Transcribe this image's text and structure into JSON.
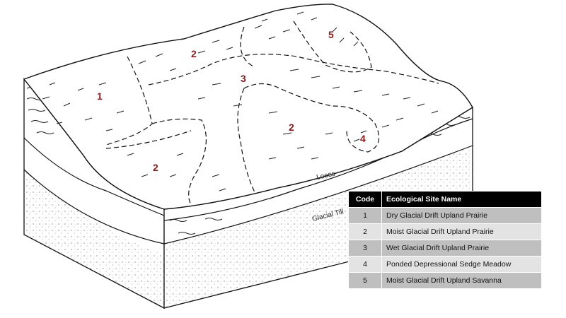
{
  "zones": [
    {
      "id": "z1",
      "label": "1"
    },
    {
      "id": "z2a",
      "label": "2"
    },
    {
      "id": "z3",
      "label": "3"
    },
    {
      "id": "z5",
      "label": "5"
    },
    {
      "id": "z2b",
      "label": "2"
    },
    {
      "id": "z4",
      "label": "4"
    },
    {
      "id": "z2c",
      "label": "2"
    }
  ],
  "layers": {
    "loess": "Loess",
    "glacial_till": "Glacial Till"
  },
  "legend": {
    "headers": {
      "code": "Code",
      "name": "Ecological Site Name"
    },
    "rows": [
      {
        "code": "1",
        "name": "Dry Glacial Drift Upland Prairie"
      },
      {
        "code": "2",
        "name": "Moist Glacial Drift Upland Prairie"
      },
      {
        "code": "3",
        "name": "Wet Glacial Drift Upland Prairie"
      },
      {
        "code": "4",
        "name": "Ponded Depressional Sedge Meadow"
      },
      {
        "code": "5",
        "name": "Moist Glacial Drift Upland Savanna"
      }
    ]
  },
  "colors": {
    "zone_label": "#8b1a1a",
    "line": "#111111",
    "header_bg": "#000000",
    "row_dark": "#bfbfbf",
    "row_light": "#e3e3e3"
  }
}
